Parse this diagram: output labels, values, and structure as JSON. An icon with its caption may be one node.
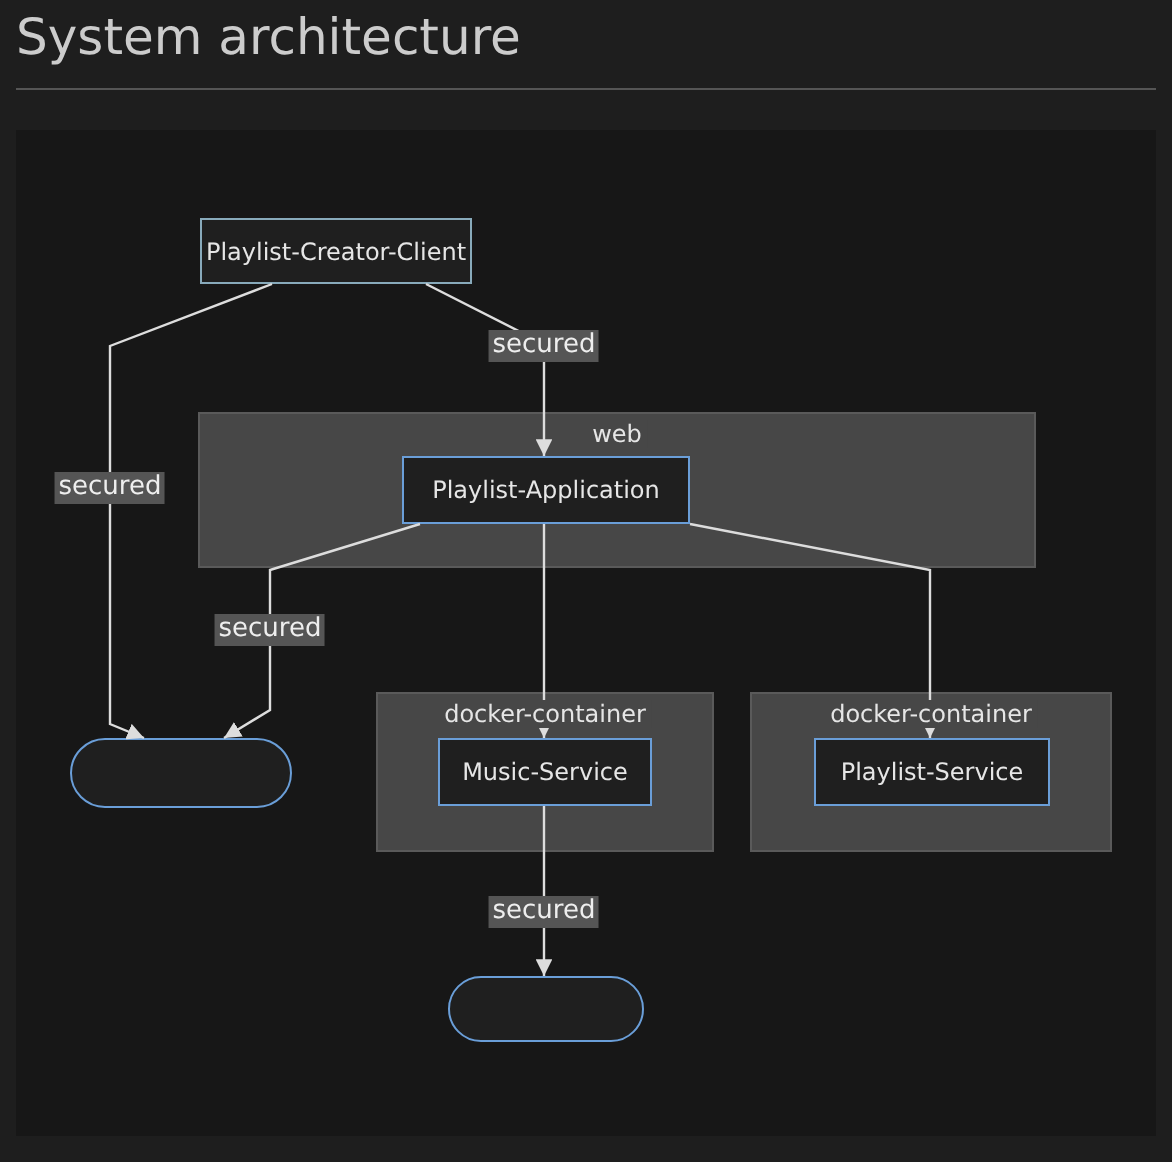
{
  "diagram": {
    "title": "System architecture",
    "nodes": [
      {
        "text": [
          "Playlist-Creator-Client"
        ]
      },
      {
        "text": [
          "web"
        ]
      },
      {
        "text": [
          "Playlist-Application"
        ],
        "in": 1
      },
      {
        "text": [
          "docker-container"
        ]
      },
      {
        "text": [
          "Music-Service"
        ],
        "in": 3
      },
      {
        "text": [
          "docker-container"
        ]
      },
      {
        "text": [
          "Playlist-Service"
        ],
        "in": 5
      },
      {
        "text": [],
        "shape": "pill"
      },
      {
        "text": [],
        "shape": "pill"
      }
    ],
    "edges": [
      {
        "from": 0,
        "to": 7,
        "arrow": "to",
        "label": "secured"
      },
      {
        "from": 0,
        "to": 2,
        "arrow": "to",
        "label": "secured"
      },
      {
        "from": 2,
        "to": 7,
        "arrow": "to",
        "label": "secured"
      },
      {
        "from": 2,
        "to": 4,
        "arrow": "to"
      },
      {
        "from": 2,
        "to": 6,
        "arrow": "to"
      },
      {
        "from": 4,
        "to": 8,
        "arrow": "to",
        "label": "secured"
      }
    ]
  }
}
